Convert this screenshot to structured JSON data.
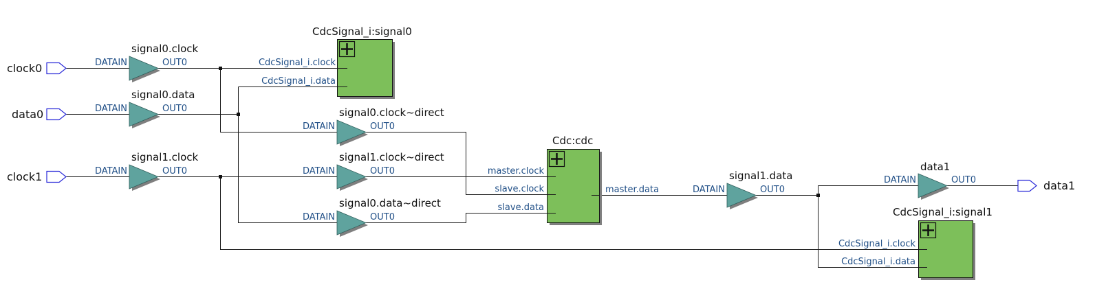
{
  "ports": {
    "clock0": "clock0",
    "data0": "data0",
    "clock1": "clock1",
    "data1_out": "data1"
  },
  "buffers": {
    "signal0_clock": {
      "name": "signal0.clock",
      "in": "DATAIN",
      "out": "OUT0"
    },
    "signal0_data": {
      "name": "signal0.data",
      "in": "DATAIN",
      "out": "OUT0"
    },
    "signal1_clock": {
      "name": "signal1.clock",
      "in": "DATAIN",
      "out": "OUT0"
    },
    "signal0_clock_direct": {
      "name": "signal0.clock~direct",
      "in": "DATAIN",
      "out": "OUT0"
    },
    "signal1_clock_direct": {
      "name": "signal1.clock~direct",
      "in": "DATAIN",
      "out": "OUT0"
    },
    "signal0_data_direct": {
      "name": "signal0.data~direct",
      "in": "DATAIN",
      "out": "OUT0"
    },
    "signal1_data": {
      "name": "signal1.data",
      "in": "DATAIN",
      "out": "OUT0"
    },
    "data1": {
      "name": "data1",
      "in": "DATAIN",
      "out": "OUT0"
    }
  },
  "blocks": {
    "cdcsignal0": {
      "name": "CdcSignal_i:signal0",
      "pins": [
        "CdcSignal_i.clock",
        "CdcSignal_i.data"
      ]
    },
    "cdc": {
      "name": "Cdc:cdc",
      "in_pins": [
        "master.clock",
        "slave.clock",
        "slave.data"
      ],
      "out_pin": "master.data"
    },
    "cdcsignal1": {
      "name": "CdcSignal_i:signal1",
      "pins": [
        "CdcSignal_i.clock",
        "CdcSignal_i.data"
      ]
    }
  },
  "colors": {
    "block_fill": "#7dbf5a",
    "buffer_fill": "#5fa39e",
    "pin_label": "#1f4e86",
    "port_outline": "#2a2ad8"
  },
  "icons": [
    "expand-plus-icon",
    "input-port-icon",
    "output-port-icon",
    "buffer-triangle-icon"
  ]
}
